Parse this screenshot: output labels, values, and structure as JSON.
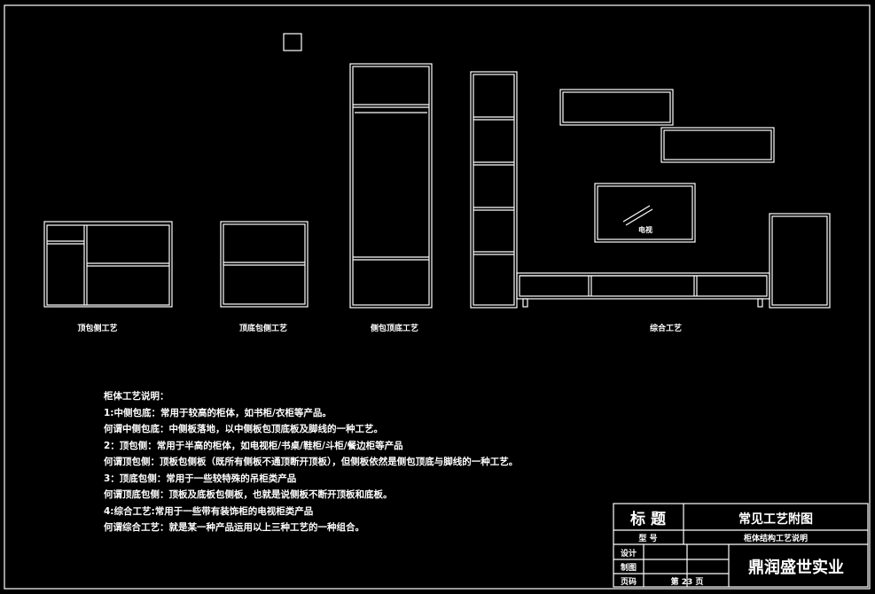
{
  "diagram": {
    "cabinet_labels": {
      "top_side": "顶包侧工艺",
      "top_bottom_side": "顶底包侧工艺",
      "side_top_bottom": "侧包顶底工艺",
      "combined": "综合工艺"
    },
    "tv_label": "电视"
  },
  "notes": {
    "title": "柜体工艺说明：",
    "lines": [
      "1:中侧包底：常用于较高的柜体，如书柜/衣柜等产品。",
      "何谓中侧包底：中侧板落地，以中侧板包顶底板及脚线的一种工艺。",
      "2：顶包侧：常用于半高的柜体，如电视柜/书桌/鞋柜/斗柜/餐边柜等产品",
      "何谓顶包侧：顶板包侧板（既所有侧板不通顶断开顶板），但侧板依然是侧包顶底与脚线的一种工艺。",
      "3：顶底包侧：常用于一些较特殊的吊柜类产品",
      "何谓顶底包侧：顶板及底板包侧板，也就是说侧板不断开顶板和底板。",
      "4:综合工艺:常用于一些带有装饰柜的电视柜类产品",
      "何谓综合工艺：就是某一种产品运用以上三种工艺的一种组合。"
    ]
  },
  "title_block": {
    "title_label": "标  题",
    "title_value": "常见工艺附图",
    "model_label": "型    号",
    "model_value": "柜体结构工艺说明",
    "design_label": "设计",
    "draw_label": "制图",
    "page_label": "页码",
    "page_value": "第 23 页",
    "company": "鼎润盛世实业"
  }
}
